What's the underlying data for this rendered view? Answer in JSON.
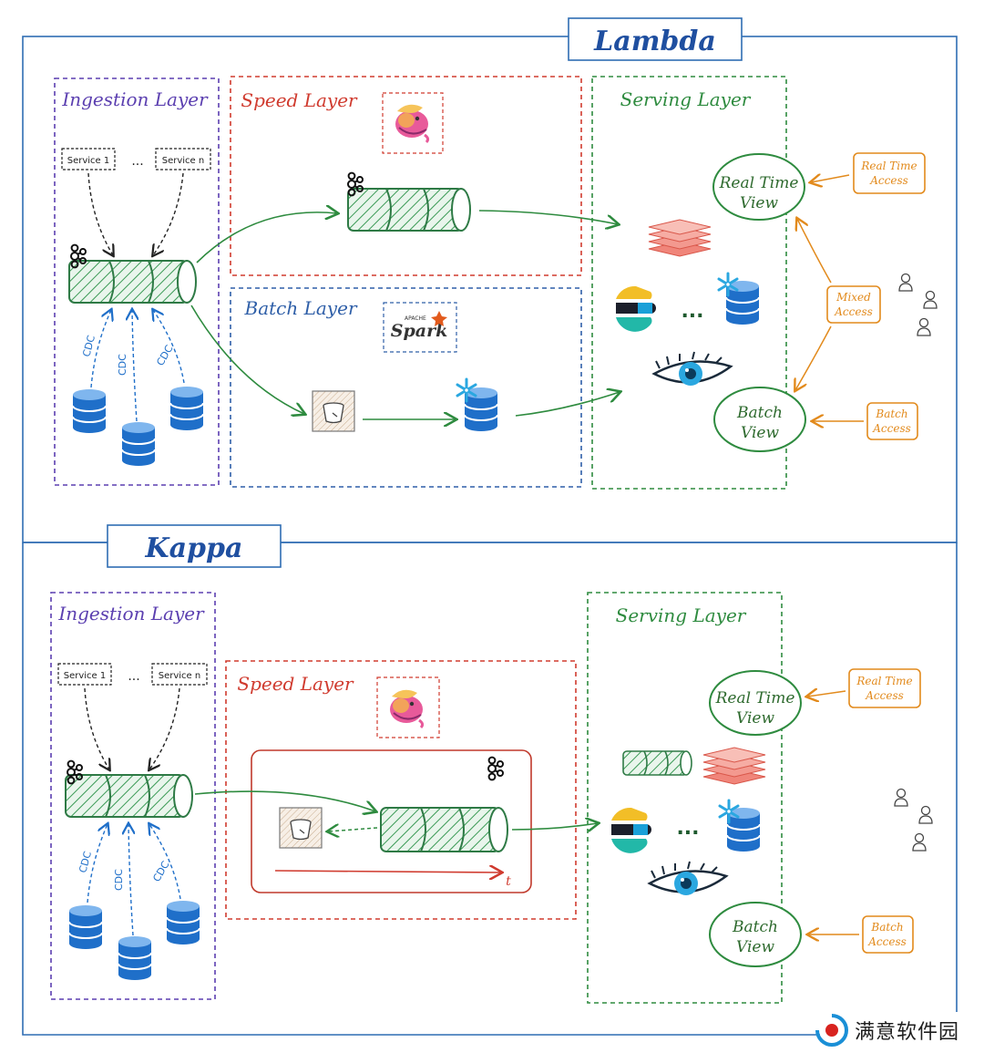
{
  "lambda": {
    "title": "Lambda",
    "ingestion": {
      "title": "Ingestion Layer",
      "service_first": "Service 1",
      "service_last": "Service n",
      "ellipsis": "...",
      "cdc_labels": [
        "CDC",
        "CDC",
        "CDC"
      ]
    },
    "speed": {
      "title": "Speed Layer"
    },
    "batch": {
      "title": "Batch Layer",
      "spark_apache": "APACHE",
      "spark_name": "Spark"
    },
    "serving": {
      "title": "Serving Layer",
      "ellipsis": "...",
      "realtime_view": [
        "Real Time",
        "View"
      ],
      "batch_view": [
        "Batch",
        "View"
      ]
    },
    "access": {
      "realtime": [
        "Real Time",
        "Access"
      ],
      "mixed": [
        "Mixed",
        "Access"
      ],
      "batch": [
        "Batch",
        "Access"
      ]
    }
  },
  "kappa": {
    "title": "Kappa",
    "ingestion": {
      "title": "Ingestion Layer",
      "service_first": "Service 1",
      "service_last": "Service n",
      "ellipsis": "...",
      "cdc_labels": [
        "CDC",
        "CDC",
        "CDC"
      ]
    },
    "speed": {
      "title": "Speed Layer",
      "time_label": "t"
    },
    "serving": {
      "title": "Serving Layer",
      "ellipsis": "...",
      "realtime_view": [
        "Real Time",
        "View"
      ],
      "batch_view": [
        "Batch",
        "View"
      ]
    },
    "access": {
      "realtime": [
        "Real Time",
        "Access"
      ],
      "batch": [
        "Batch",
        "Access"
      ]
    }
  },
  "watermark": {
    "text": "满意软件园"
  },
  "colors": {
    "frame": "#2f6db3",
    "ingestion": "#5b3fb0",
    "speed": "#d03b2f",
    "batch": "#2f5fa8",
    "serving": "#2e8b3f",
    "access": "#e28a1c",
    "arrow": "#2e8b3f",
    "db": "#1f6fc9",
    "hatch": "#3a9a55"
  }
}
